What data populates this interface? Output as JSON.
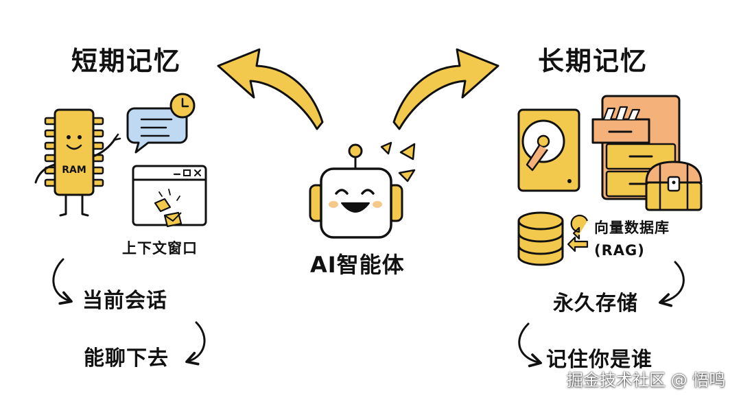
{
  "colors": {
    "accent": "#F2C94C",
    "accent_dark": "#E0A82E",
    "drawer_orange": "#F4B27A",
    "bubble_blue": "#BFD9F2",
    "cheek": "#F4C98A",
    "ink": "#111111",
    "background": "#FFFFFF"
  },
  "center": {
    "label": "AI智能体",
    "icon": "robot-icon"
  },
  "short_term": {
    "title": "短期记忆",
    "ram_label": "RAM",
    "context_window_label": "上下文窗口",
    "step_1": "当前会话",
    "step_2": "能聊下去",
    "icons": [
      "ram-chip-icon",
      "chat-bubble-clock-icon",
      "context-window-icon"
    ]
  },
  "long_term": {
    "title": "长期记忆",
    "vector_db_label": "向量数据库",
    "rag_label": "(RAG)",
    "step_1": "永久存储",
    "step_2": "记住你是谁",
    "icons": [
      "hard-drive-icon",
      "filing-cabinet-icon",
      "treasure-chest-icon",
      "database-icon"
    ]
  },
  "watermark": "掘金技术社区 @ 悟鸣"
}
